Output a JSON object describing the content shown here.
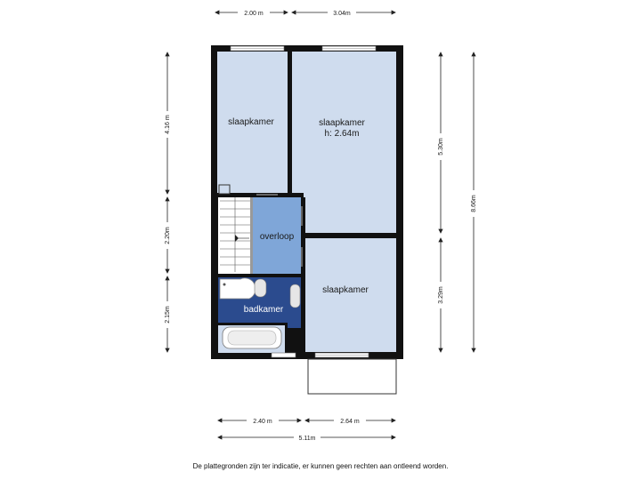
{
  "rooms": {
    "bedroom_top_left": "slaapkamer",
    "bedroom_top_right": "slaapkamer",
    "bedroom_top_right_height": "h: 2.64m",
    "landing": "overloop",
    "bathroom": "badkamer",
    "bedroom_bottom_right": "slaapkamer"
  },
  "dimensions": {
    "top_left": "2.00 m",
    "top_right": "3.04m",
    "bottom_left": "2.40 m",
    "bottom_right": "2.64 m",
    "bottom_total": "5.11m",
    "left_top": "4.16 m",
    "left_middle": "2.20m",
    "left_bottom": "2.15m",
    "right_top": "5.30m",
    "right_bottom": "3.29m",
    "right_total": "8.66m"
  },
  "disclaimer": "De plattegronden zijn ter indicatie, er kunnen  geen rechten aan ontleend worden.",
  "colors": {
    "wall": "#111111",
    "bedroom_fill": "#cfdcee",
    "landing_fill": "#7fa6d8",
    "bathroom_fill": "#2b4b8e",
    "stairs_fill": "#ffffff",
    "dimension_line": "#222222"
  }
}
